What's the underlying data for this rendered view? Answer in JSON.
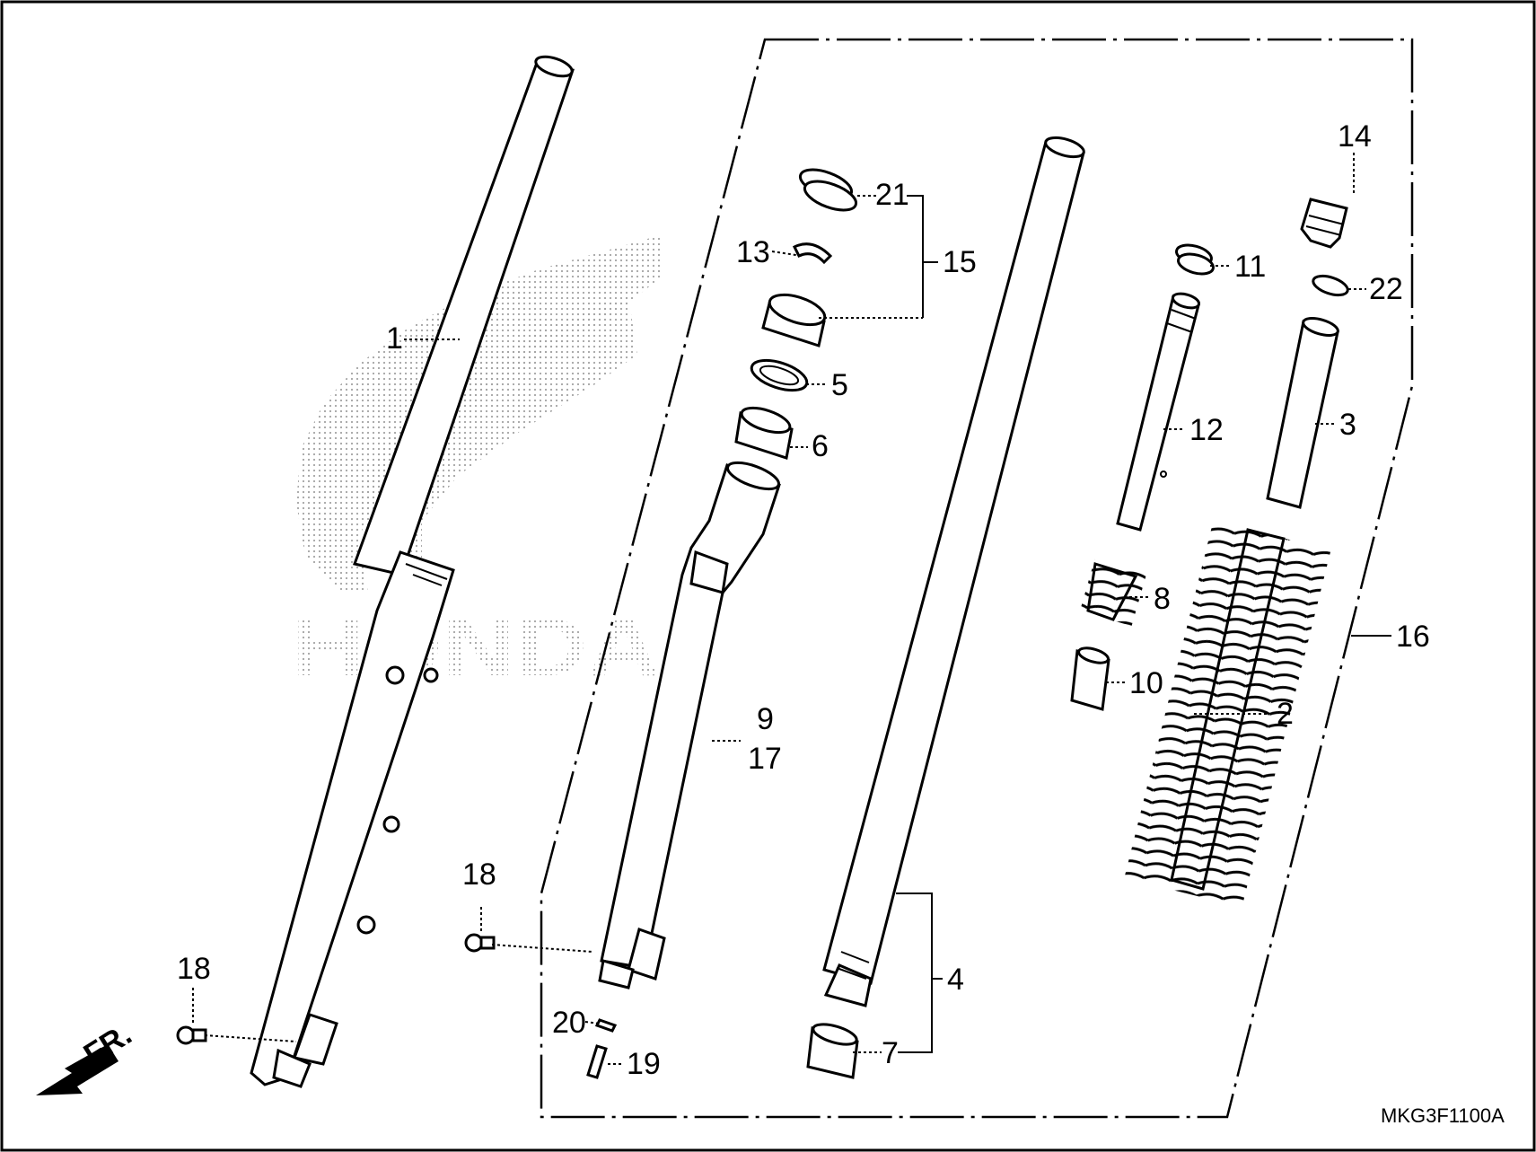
{
  "diagram": {
    "logo_text": "HONDA",
    "code": "MKG3F1100A",
    "front_label": "FR.",
    "callouts": [
      "1",
      "21",
      "13",
      "15",
      "5",
      "6",
      "9",
      "17",
      "18",
      "18",
      "20",
      "19",
      "4",
      "7",
      "11",
      "12",
      "8",
      "10",
      "14",
      "22",
      "3",
      "16",
      "2"
    ]
  }
}
